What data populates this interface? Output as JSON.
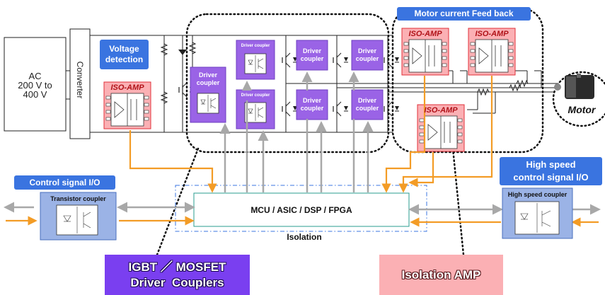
{
  "source": {
    "line1": "AC",
    "line2": "200 V to",
    "line3": "400 V"
  },
  "converter": {
    "label": "Converter"
  },
  "voltage_detection": {
    "line1": "Voltage",
    "line2": "detection"
  },
  "motor_feedback": {
    "label": "Motor current Feed back"
  },
  "iso_amp": {
    "label": "ISO-AMP"
  },
  "driver_coupler": {
    "line1": "Driver",
    "line2": "coupler",
    "small": "Driver coupler"
  },
  "motor": {
    "label": "Motor"
  },
  "control_io": {
    "label": "Control signal I/O"
  },
  "transistor_coupler": {
    "label": "Transistor coupler"
  },
  "mcu": {
    "label": "MCU / ASIC / DSP / FPGA"
  },
  "isolation": {
    "label": "Isolation"
  },
  "high_speed_io": {
    "line1": "High speed",
    "line2": "control signal I/O"
  },
  "high_speed_coupler": {
    "label": "High speed coupler"
  },
  "igbt_box": {
    "line1": "IGBT ／ MOSFET",
    "line2": "Driver  Couplers"
  },
  "iso_amp_box": {
    "label": "Isolation AMP"
  },
  "colors": {
    "orange": "#f39c26",
    "gray": "#a8a8a8",
    "blue": "#3a74e0",
    "purple": "#9a63e6",
    "iso_pink": "#fbb0b4",
    "iso_red": "#e0303a"
  }
}
